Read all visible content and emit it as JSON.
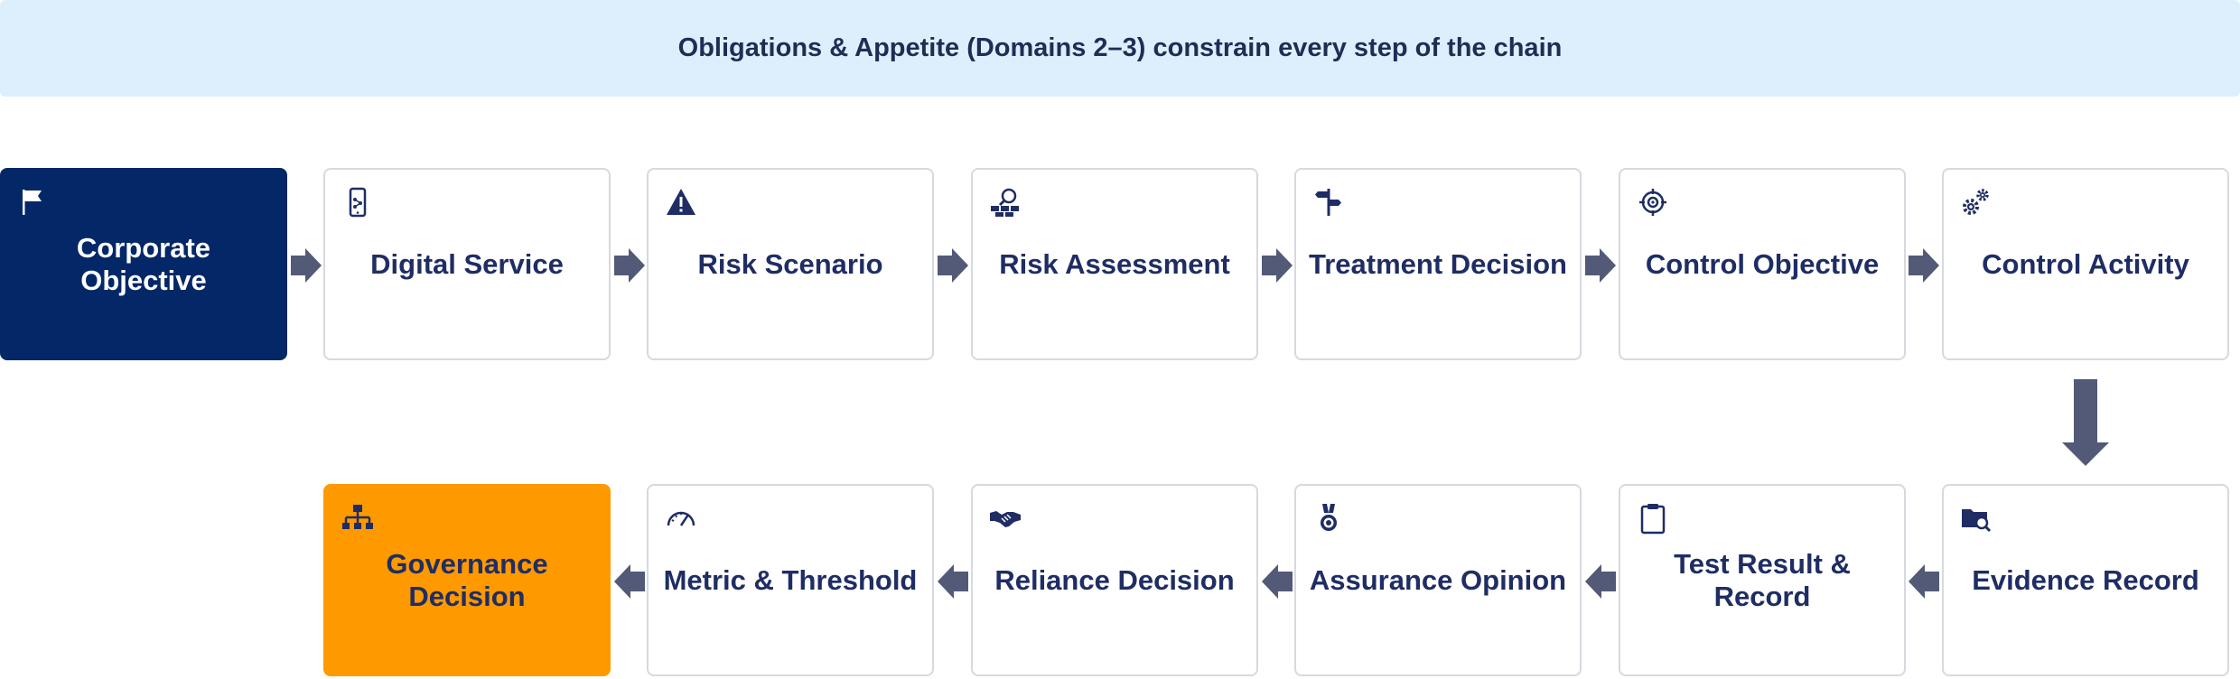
{
  "banner": {
    "text": "Obligations & Appetite (Domains 2–3) constrain every step of the chain"
  },
  "row1": [
    {
      "label": "Corporate Objective",
      "icon": "flag-icon"
    },
    {
      "label": "Digital Service",
      "icon": "mobile-device-icon"
    },
    {
      "label": "Risk Scenario",
      "icon": "warning-icon"
    },
    {
      "label": "Risk Assessment",
      "icon": "magnifier-blocks-icon"
    },
    {
      "label": "Treatment Decision",
      "icon": "signpost-icon"
    },
    {
      "label": "Control Objective",
      "icon": "target-icon"
    },
    {
      "label": "Control Activity",
      "icon": "gears-icon"
    }
  ],
  "row2": [
    {
      "label": "Governance Decision",
      "icon": "org-chart-icon"
    },
    {
      "label": "Metric & Threshold",
      "icon": "gauge-icon"
    },
    {
      "label": "Reliance Decision",
      "icon": "handshake-icon"
    },
    {
      "label": "Assurance Opinion",
      "icon": "medal-icon"
    },
    {
      "label": "Test Result & Record",
      "icon": "clipboard-icon"
    },
    {
      "label": "Evidence Record",
      "icon": "folder-search-icon"
    }
  ],
  "colors": {
    "banner_bg": "#ddeffc",
    "text_dark": "#1f2d64",
    "start_node": "#042768",
    "end_node": "#fe9900",
    "arrow": "#535a78",
    "border": "#d6d9df"
  }
}
